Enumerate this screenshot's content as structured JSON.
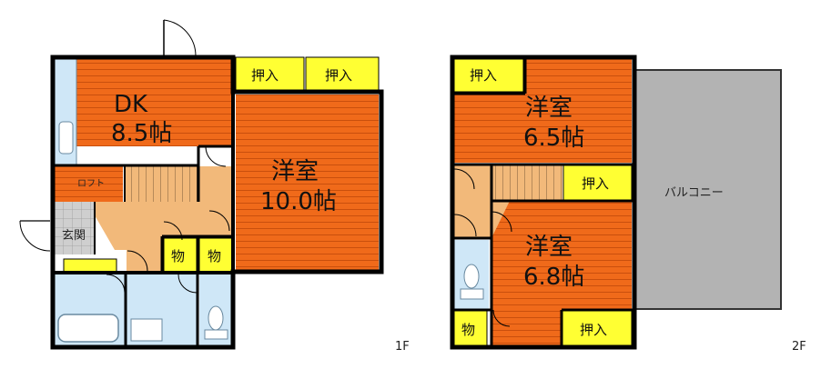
{
  "floor1": {
    "label": "1F",
    "dk": {
      "name": "DK",
      "size": "8.5帖"
    },
    "western": {
      "name": "洋室",
      "size": "10.0帖"
    },
    "closets": [
      "押入",
      "押入"
    ],
    "storage": [
      "物",
      "物"
    ],
    "entrance": "玄関",
    "loft": "ロフト"
  },
  "floor2": {
    "label": "2F",
    "room_a": {
      "name": "洋室",
      "size": "6.5帖"
    },
    "room_b": {
      "name": "洋室",
      "size": "6.8帖"
    },
    "closets": [
      "押入",
      "押入",
      "押入"
    ],
    "storage": "物",
    "balcony": "バルコニー"
  },
  "colors": {
    "room": "#f06a1a",
    "stripe": "#c94f0d",
    "hall": "#f2b97a",
    "closet": "#ffff33",
    "wet": "#cfe7f7",
    "balcony": "#b3b3b3",
    "wall": "#000000"
  }
}
